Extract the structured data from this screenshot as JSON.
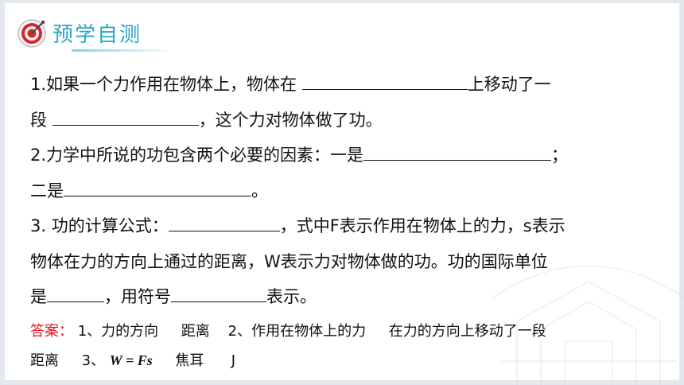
{
  "header": {
    "title": "预学自测"
  },
  "questions": {
    "q1_line1_a": "1.如果一个力作用在物体上，物体在 ",
    "q1_line1_b": "上移动了一",
    "q1_line2_a": "段 ",
    "q1_line2_b": "，这个力对物体做了功。",
    "q2_line1_a": "2.力学中所说的功包含两个必要的因素：一是",
    "q2_line1_b": "；",
    "q2_line2_a": "二是",
    "q2_line2_b": "。",
    "q3_line1_a": "3.  功的计算公式：",
    "q3_line1_b": "，式中F表示作用在物体上的力，s表示",
    "q3_line2": "物体在力的方向上通过的距离，W表示力对物体做的功。功的国际单位",
    "q3_line3_a": "是",
    "q3_line3_b": "，用符号",
    "q3_line3_c": "表示。"
  },
  "answer": {
    "label": "答案：",
    "line1_text": " 1、力的方向     距离    2、作用在物体上的力     在力的方向上移动了一段",
    "line2_a": "距离     3、 ",
    "formula": "W = Fs",
    "line2_b": "     焦耳      J"
  },
  "colors": {
    "title": "#2aa6c8",
    "answer_label": "#e0161b",
    "icon_red": "#d9242b"
  }
}
